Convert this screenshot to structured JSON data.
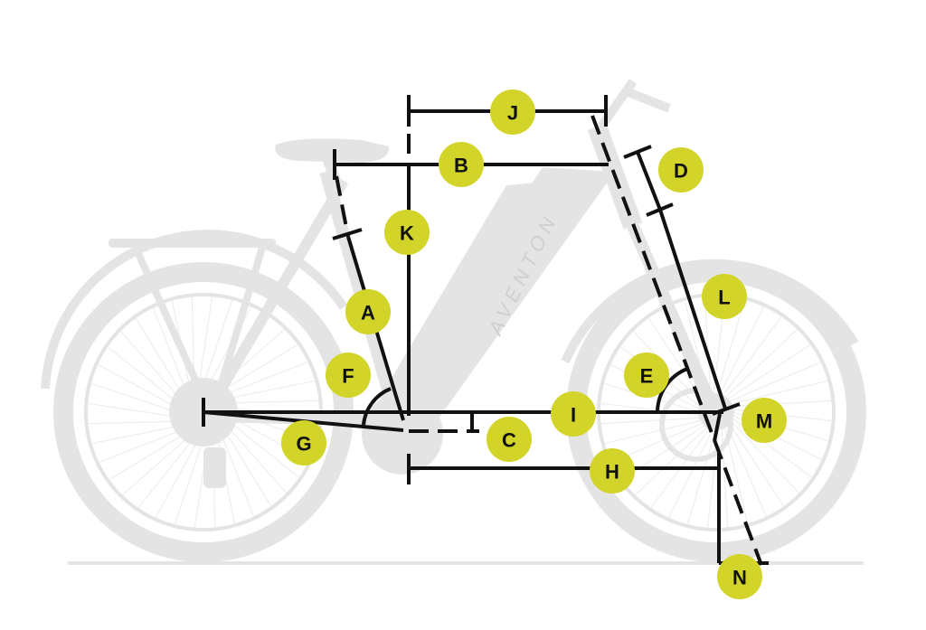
{
  "brand": {
    "logo_text": "AVENTON"
  },
  "colors": {
    "badge": "#d2d429",
    "line": "#111111",
    "bike": "#e4e4e4",
    "background": "#ffffff"
  },
  "labels": {
    "A": "A",
    "B": "B",
    "C": "C",
    "D": "D",
    "E": "E",
    "F": "F",
    "G": "G",
    "H": "H",
    "I": "I",
    "J": "J",
    "K": "K",
    "L": "L",
    "M": "M",
    "N": "N"
  }
}
